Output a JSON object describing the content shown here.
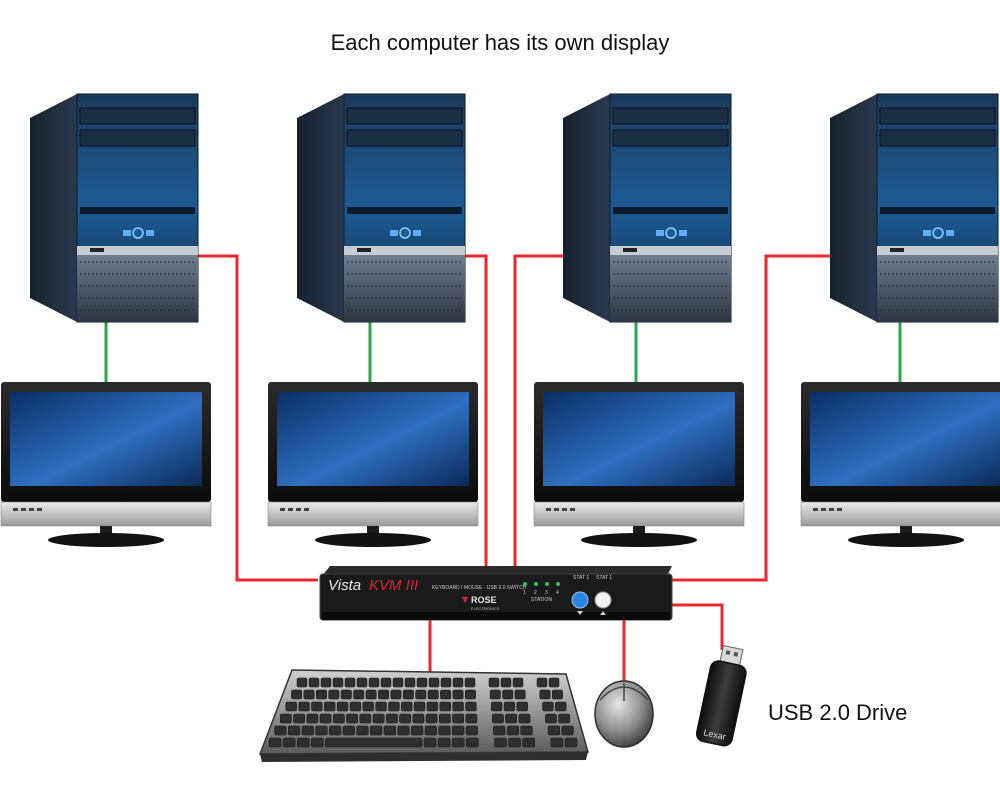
{
  "title": "Each computer has its own display",
  "computers": [
    {
      "id": "computer-1"
    },
    {
      "id": "computer-2"
    },
    {
      "id": "computer-3"
    },
    {
      "id": "computer-4"
    }
  ],
  "switch": {
    "brand_vista": "Vista",
    "brand_model": "KVM III",
    "subtitle": "KEYBOARD / MOUSE - USB 2.0 SWITCH",
    "station_label": "STATION",
    "station_numbers": [
      "1",
      "2",
      "3",
      "4"
    ],
    "stat1_label": "STAT 1",
    "stat2_label": "STAT 1",
    "maker": "ROSE",
    "maker_sub": "ELECTRONICS"
  },
  "usb_drive": {
    "brand": "Lexar"
  },
  "usb_label": "USB 2.0 Drive",
  "colors": {
    "usb_cable": "#e8282d",
    "video_cable": "#2aa84a",
    "tower_blue": "#1d5c95",
    "screen_blue": "#2f6fc0"
  }
}
